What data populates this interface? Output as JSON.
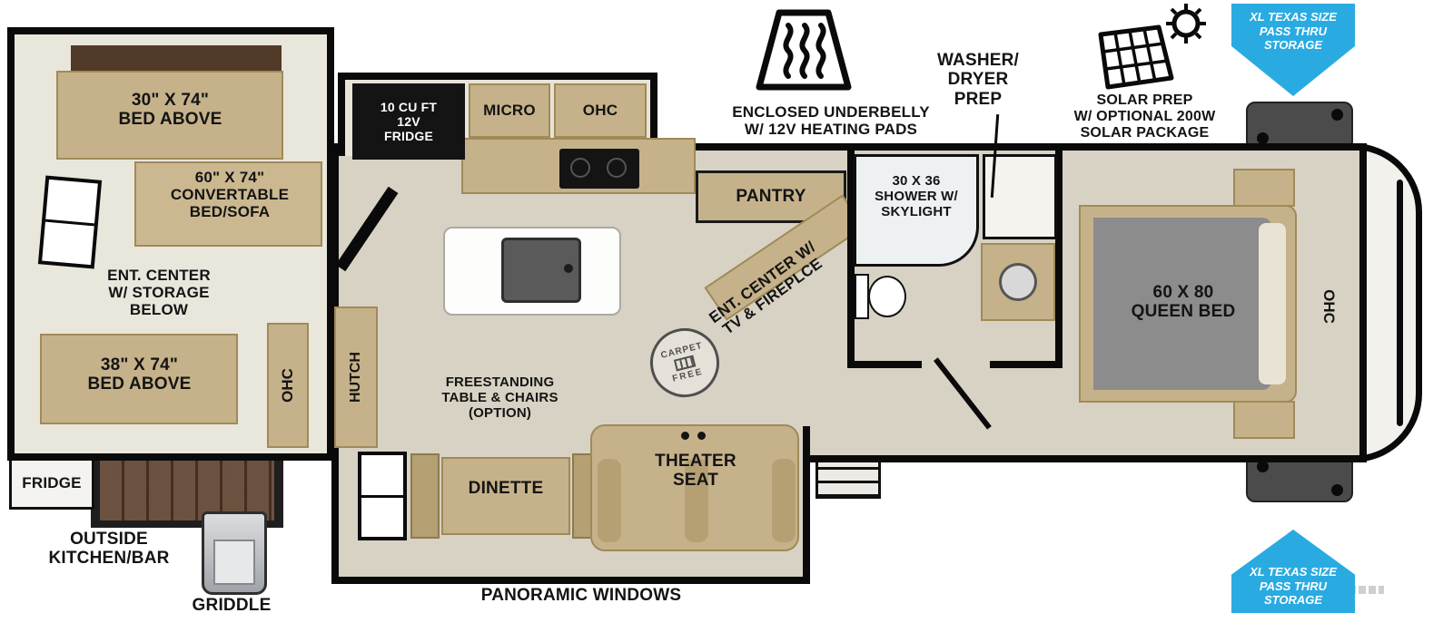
{
  "callouts": {
    "underbelly": "ENCLOSED UNDERBELLY\nW/ 12V HEATING PADS",
    "washer_dryer": "WASHER/\nDRYER\nPREP",
    "solar": "SOLAR PREP\nW/ OPTIONAL 200W\nSOLAR PACKAGE",
    "pass_thru_top": "XL TEXAS SIZE\nPASS THRU\nSTORAGE",
    "pass_thru_bottom": "XL TEXAS SIZE\nPASS THRU\nSTORAGE",
    "panoramic_windows": "PANORAMIC WINDOWS"
  },
  "bunk_room": {
    "bed_above_top": "30\" X 74\"\nBED ABOVE",
    "convertible_bed": "60\" X 74\"\nCONVERTABLE\nBED/SOFA",
    "ent_center": "ENT. CENTER\nW/ STORAGE\nBELOW",
    "bed_above_bottom": "38\" X 74\"\nBED ABOVE",
    "ohc": "OHC"
  },
  "outside_kitchen": {
    "fridge": "FRIDGE",
    "label": "OUTSIDE\nKITCHEN/BAR",
    "griddle": "GRIDDLE"
  },
  "kitchen": {
    "fridge_12v": "10 CU FT\n12V\nFRIDGE",
    "micro": "MICRO",
    "ohc": "OHC",
    "pantry": "PANTRY",
    "hutch": "HUTCH",
    "table_option": "FREESTANDING\nTABLE & CHAIRS\n(OPTION)"
  },
  "living": {
    "ent_center": "ENT. CENTER W/\nTV & FIREPLCE",
    "dinette": "DINETTE",
    "theater_seat": "THEATER\nSEAT",
    "carpet_free_top": "CARPET",
    "carpet_free_bottom": "FREE"
  },
  "bath": {
    "shower": "30 X 36\nSHOWER W/\nSKYLIGHT"
  },
  "bedroom": {
    "queen_bed": "60 X 80\nQUEEN BED",
    "ohc": "OHC"
  }
}
